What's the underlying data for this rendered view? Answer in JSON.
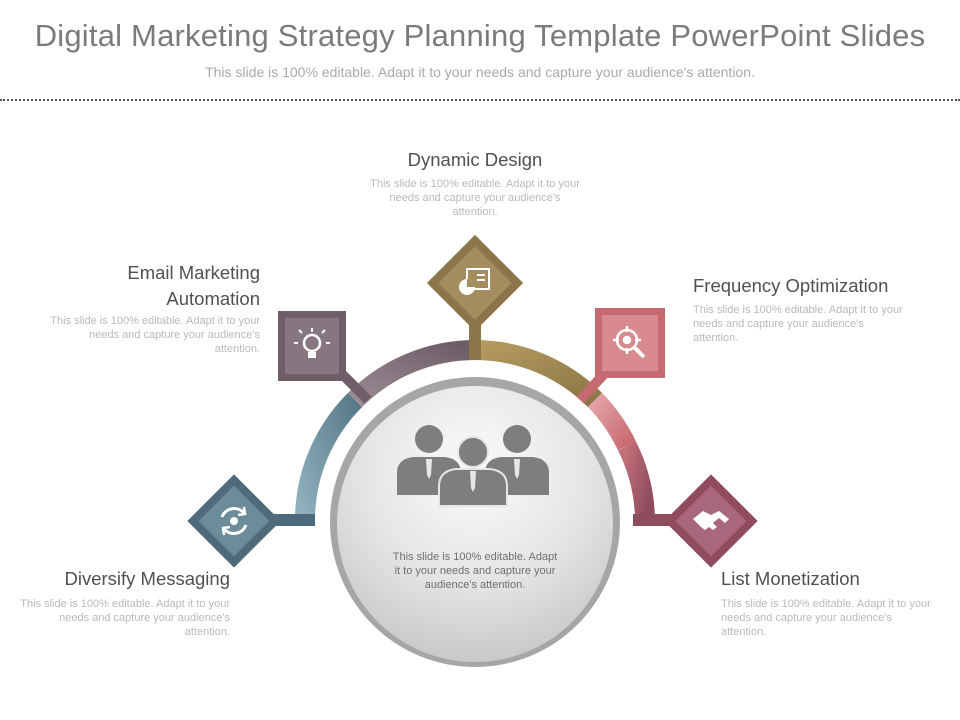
{
  "header": {
    "title": "Digital Marketing Strategy Planning Template PowerPoint Slides",
    "subtitle": "This slide is 100% editable. Adapt it to your needs and capture your audience's attention."
  },
  "center": {
    "text": "This slide is 100% editable. Adapt it to your needs and capture your audience's attention.",
    "icon": "people-group-icon"
  },
  "items": [
    {
      "title": "Diversify Messaging",
      "desc": "This slide is 100% editable. Adapt it to your needs and capture your audience's attention.",
      "icon": "refresh-gear-icon",
      "color": "#4f6b7b"
    },
    {
      "title": "Email Marketing Automation",
      "desc": "This slide is 100% editable. Adapt it to your needs and capture your audience's attention.",
      "icon": "lightbulb-icon",
      "color": "#6f5e68"
    },
    {
      "title": "Dynamic Design",
      "desc": "This slide is 100% editable. Adapt it to your needs and capture your audience's attention.",
      "icon": "presentation-chart-icon",
      "color": "#8b7549"
    },
    {
      "title": "Frequency Optimization",
      "desc": "This slide is 100% editable. Adapt it to your needs and capture your audience's attention.",
      "icon": "magnifier-target-icon",
      "color": "#c46a70"
    },
    {
      "title": "List Monetization",
      "desc": "This slide is 100% editable. Adapt it to your needs and capture your audience's attention.",
      "icon": "handshake-icon",
      "color": "#8e4c5e"
    }
  ]
}
